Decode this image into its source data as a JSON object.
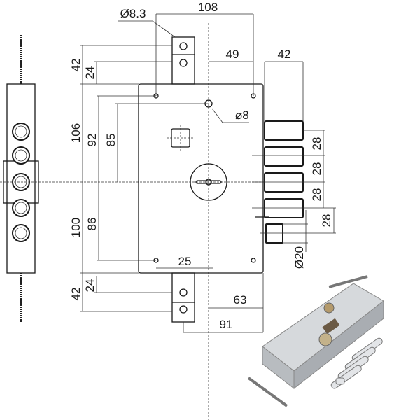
{
  "drawing": {
    "dimensions": {
      "top_width": "108",
      "tab_hole_diameter": "Ø8.3",
      "center_to_hole": "49",
      "bolt_projection": "42",
      "top_tab_total": "42",
      "top_tab_hole": "24",
      "upper_total": "106",
      "upper_hole": "92",
      "upper_square": "85",
      "square_hole": "⌀8",
      "lower_total": "100",
      "lower_hole": "86",
      "bottom_hole_offset": "25",
      "bottom_tab_hole": "24",
      "bottom_tab_total": "42",
      "center_to_edge": "63",
      "tab_to_edge": "91",
      "bolt_pitch_1": "28",
      "bolt_pitch_2": "28",
      "bolt_pitch_3": "28",
      "bolt_pitch_4": "28",
      "small_bolt_diameter": "Ø20"
    }
  },
  "colors": {
    "line": "#1a1a1a",
    "photo_body": "#c9ccd0"
  }
}
